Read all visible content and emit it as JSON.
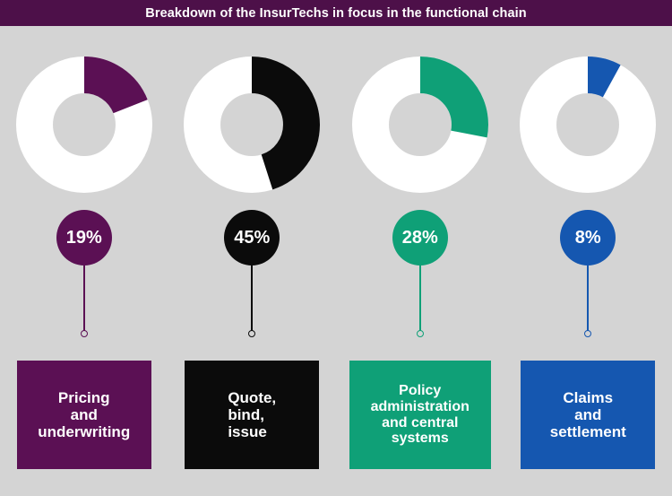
{
  "header": {
    "title": "Breakdown of the InsurTechs in focus in the functional chain",
    "bar_color": "#4d1049",
    "text_color": "#ffffff"
  },
  "canvas": {
    "background": "#d4d4d4"
  },
  "chart_data": {
    "type": "pie",
    "title": "Breakdown of the InsurTechs in focus in the functional chain",
    "subtitle": "",
    "xlabel": "",
    "ylabel": "",
    "unit": "%",
    "legend_position": "below-each",
    "grid": false,
    "categories": [
      "Pricing and underwriting",
      "Quote, bind, issue",
      "Policy administration and central systems",
      "Claims and settlement"
    ],
    "values": [
      19,
      45,
      28,
      8
    ],
    "value_labels": [
      "19%",
      "45%",
      "28%",
      "8%"
    ],
    "colors": [
      "#5b1054",
      "#0b0b0b",
      "#0fa077",
      "#1557b0"
    ],
    "track_color": "#ffffff",
    "donut_inner_ratio": 0.47,
    "start_angle_deg": 0,
    "direction": "clockwise"
  },
  "segments": [
    {
      "id": "pricing-and-underwriting",
      "percent_label": "19%",
      "percent_value": 19,
      "label": "Pricing\nand\nunderwriting",
      "color": "#5b1054",
      "text_color": "#ffffff",
      "label_align": "center"
    },
    {
      "id": "quote-bind-issue",
      "percent_label": "45%",
      "percent_value": 45,
      "label": "Quote,\nbind,\nissue",
      "color": "#0b0b0b",
      "text_color": "#ffffff",
      "label_align": "left"
    },
    {
      "id": "policy-administration-and-central-systems",
      "percent_label": "28%",
      "percent_value": 28,
      "label": "Policy\nadministration\nand central\nsystems",
      "color": "#0fa077",
      "text_color": "#ffffff",
      "label_align": "center"
    },
    {
      "id": "claims-and-settlement",
      "percent_label": "8%",
      "percent_value": 8,
      "label": "Claims\nand\nsettlement",
      "color": "#1557b0",
      "text_color": "#ffffff",
      "label_align": "center"
    }
  ]
}
